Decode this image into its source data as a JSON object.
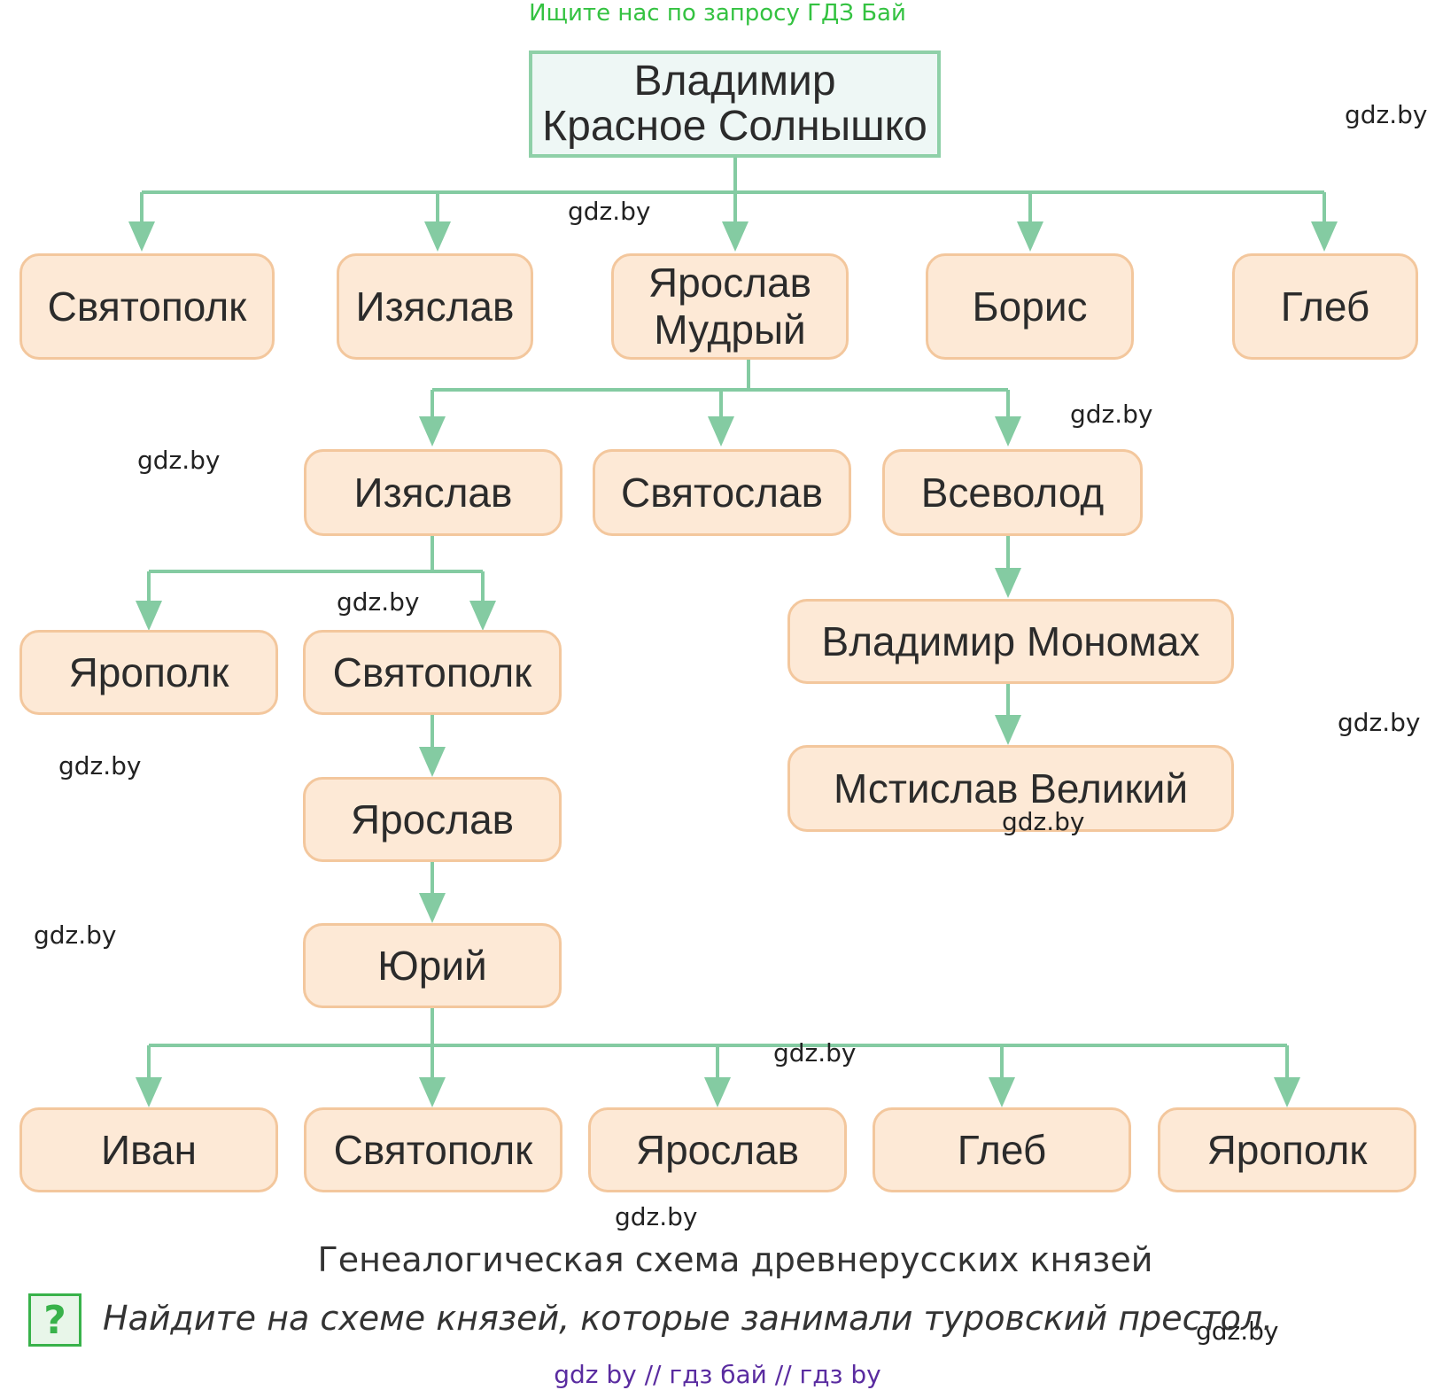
{
  "banner": "Ищите нас по запросу ГДЗ Бай",
  "root": {
    "line1": "Владимир",
    "line2": "Красное Солнышко"
  },
  "nodes": {
    "sviatopolk_1": "Святополк",
    "iziaslav_1": "Изяслав",
    "yaroslav_mudry": "Ярослав\nМудрый",
    "boris": "Борис",
    "gleb_1": "Глеб",
    "iziaslav_2": "Изяслав",
    "sviatoslav": "Святослав",
    "vsevolod": "Всеволод",
    "yaropolk_1": "Ярополк",
    "sviatopolk_2": "Святополк",
    "vladimir_monomakh": "Владимир Мономах",
    "mstislav": "Мстислав Великий",
    "yaroslav_2": "Ярослав",
    "yuri": "Юрий",
    "ivan": "Иван",
    "sviatopolk_3": "Святополк",
    "yaroslav_3": "Ярослав",
    "gleb_2": "Глеб",
    "yaropolk_2": "Ярополк"
  },
  "watermark": "gdz.by",
  "caption": "Генеалогическая схема древнерусских князей",
  "task_icon": "?",
  "task": "Найдите на схеме князей, которые занимали туровский престол.",
  "footer": "gdz by  //  гдз бай  //  гдз by",
  "colors": {
    "connector": "#84cba2",
    "node_fill": "#fde9d6",
    "node_border": "#f3c79d",
    "root_fill": "#eef7f5",
    "root_border": "#8fd0a8",
    "banner": "#34c241",
    "footer": "#5a2ca0"
  }
}
